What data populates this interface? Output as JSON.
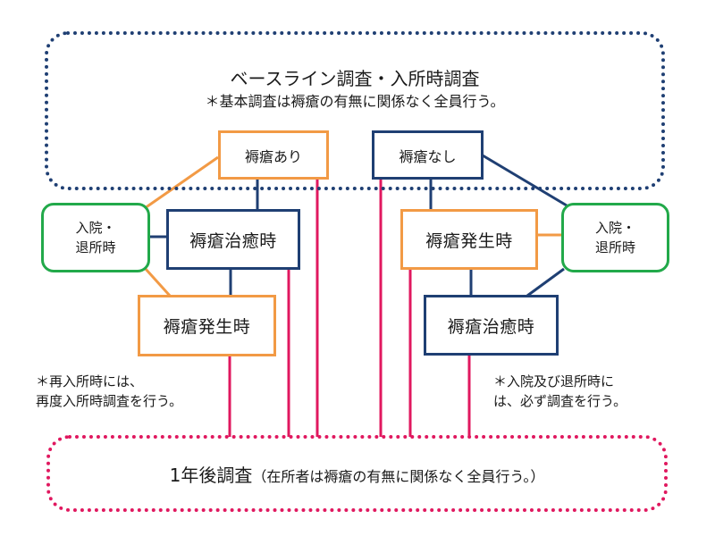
{
  "colors": {
    "navy": "#1f3f73",
    "orange": "#f29a45",
    "green": "#22a94a",
    "pink": "#e0185f"
  },
  "top_group": {
    "title": "ベースライン調査・入所時調査",
    "subtitle": "＊基本調査は褥瘡の有無に関係なく全員行う。"
  },
  "nodes": {
    "with_ulcer": "褥瘡あり",
    "without_ulcer": "褥瘡なし",
    "left_admission_discharge": [
      "入院・",
      "退所時"
    ],
    "left_healed": "褥瘡治癒時",
    "left_onset": "褥瘡発生時",
    "right_onset": "褥瘡発生時",
    "right_admission_discharge": [
      "入院・",
      "退所時"
    ],
    "right_healed": "褥瘡治癒時"
  },
  "notes": {
    "left": [
      "＊再入所時には、",
      "再度入所時調査を行う。"
    ],
    "right": [
      "＊入院及び退所時に",
      "は、必ず調査を行う。"
    ]
  },
  "bottom_group": {
    "title": "1年後調査",
    "subtitle": "（在所者は褥瘡の有無に関係なく全員行う。）"
  }
}
